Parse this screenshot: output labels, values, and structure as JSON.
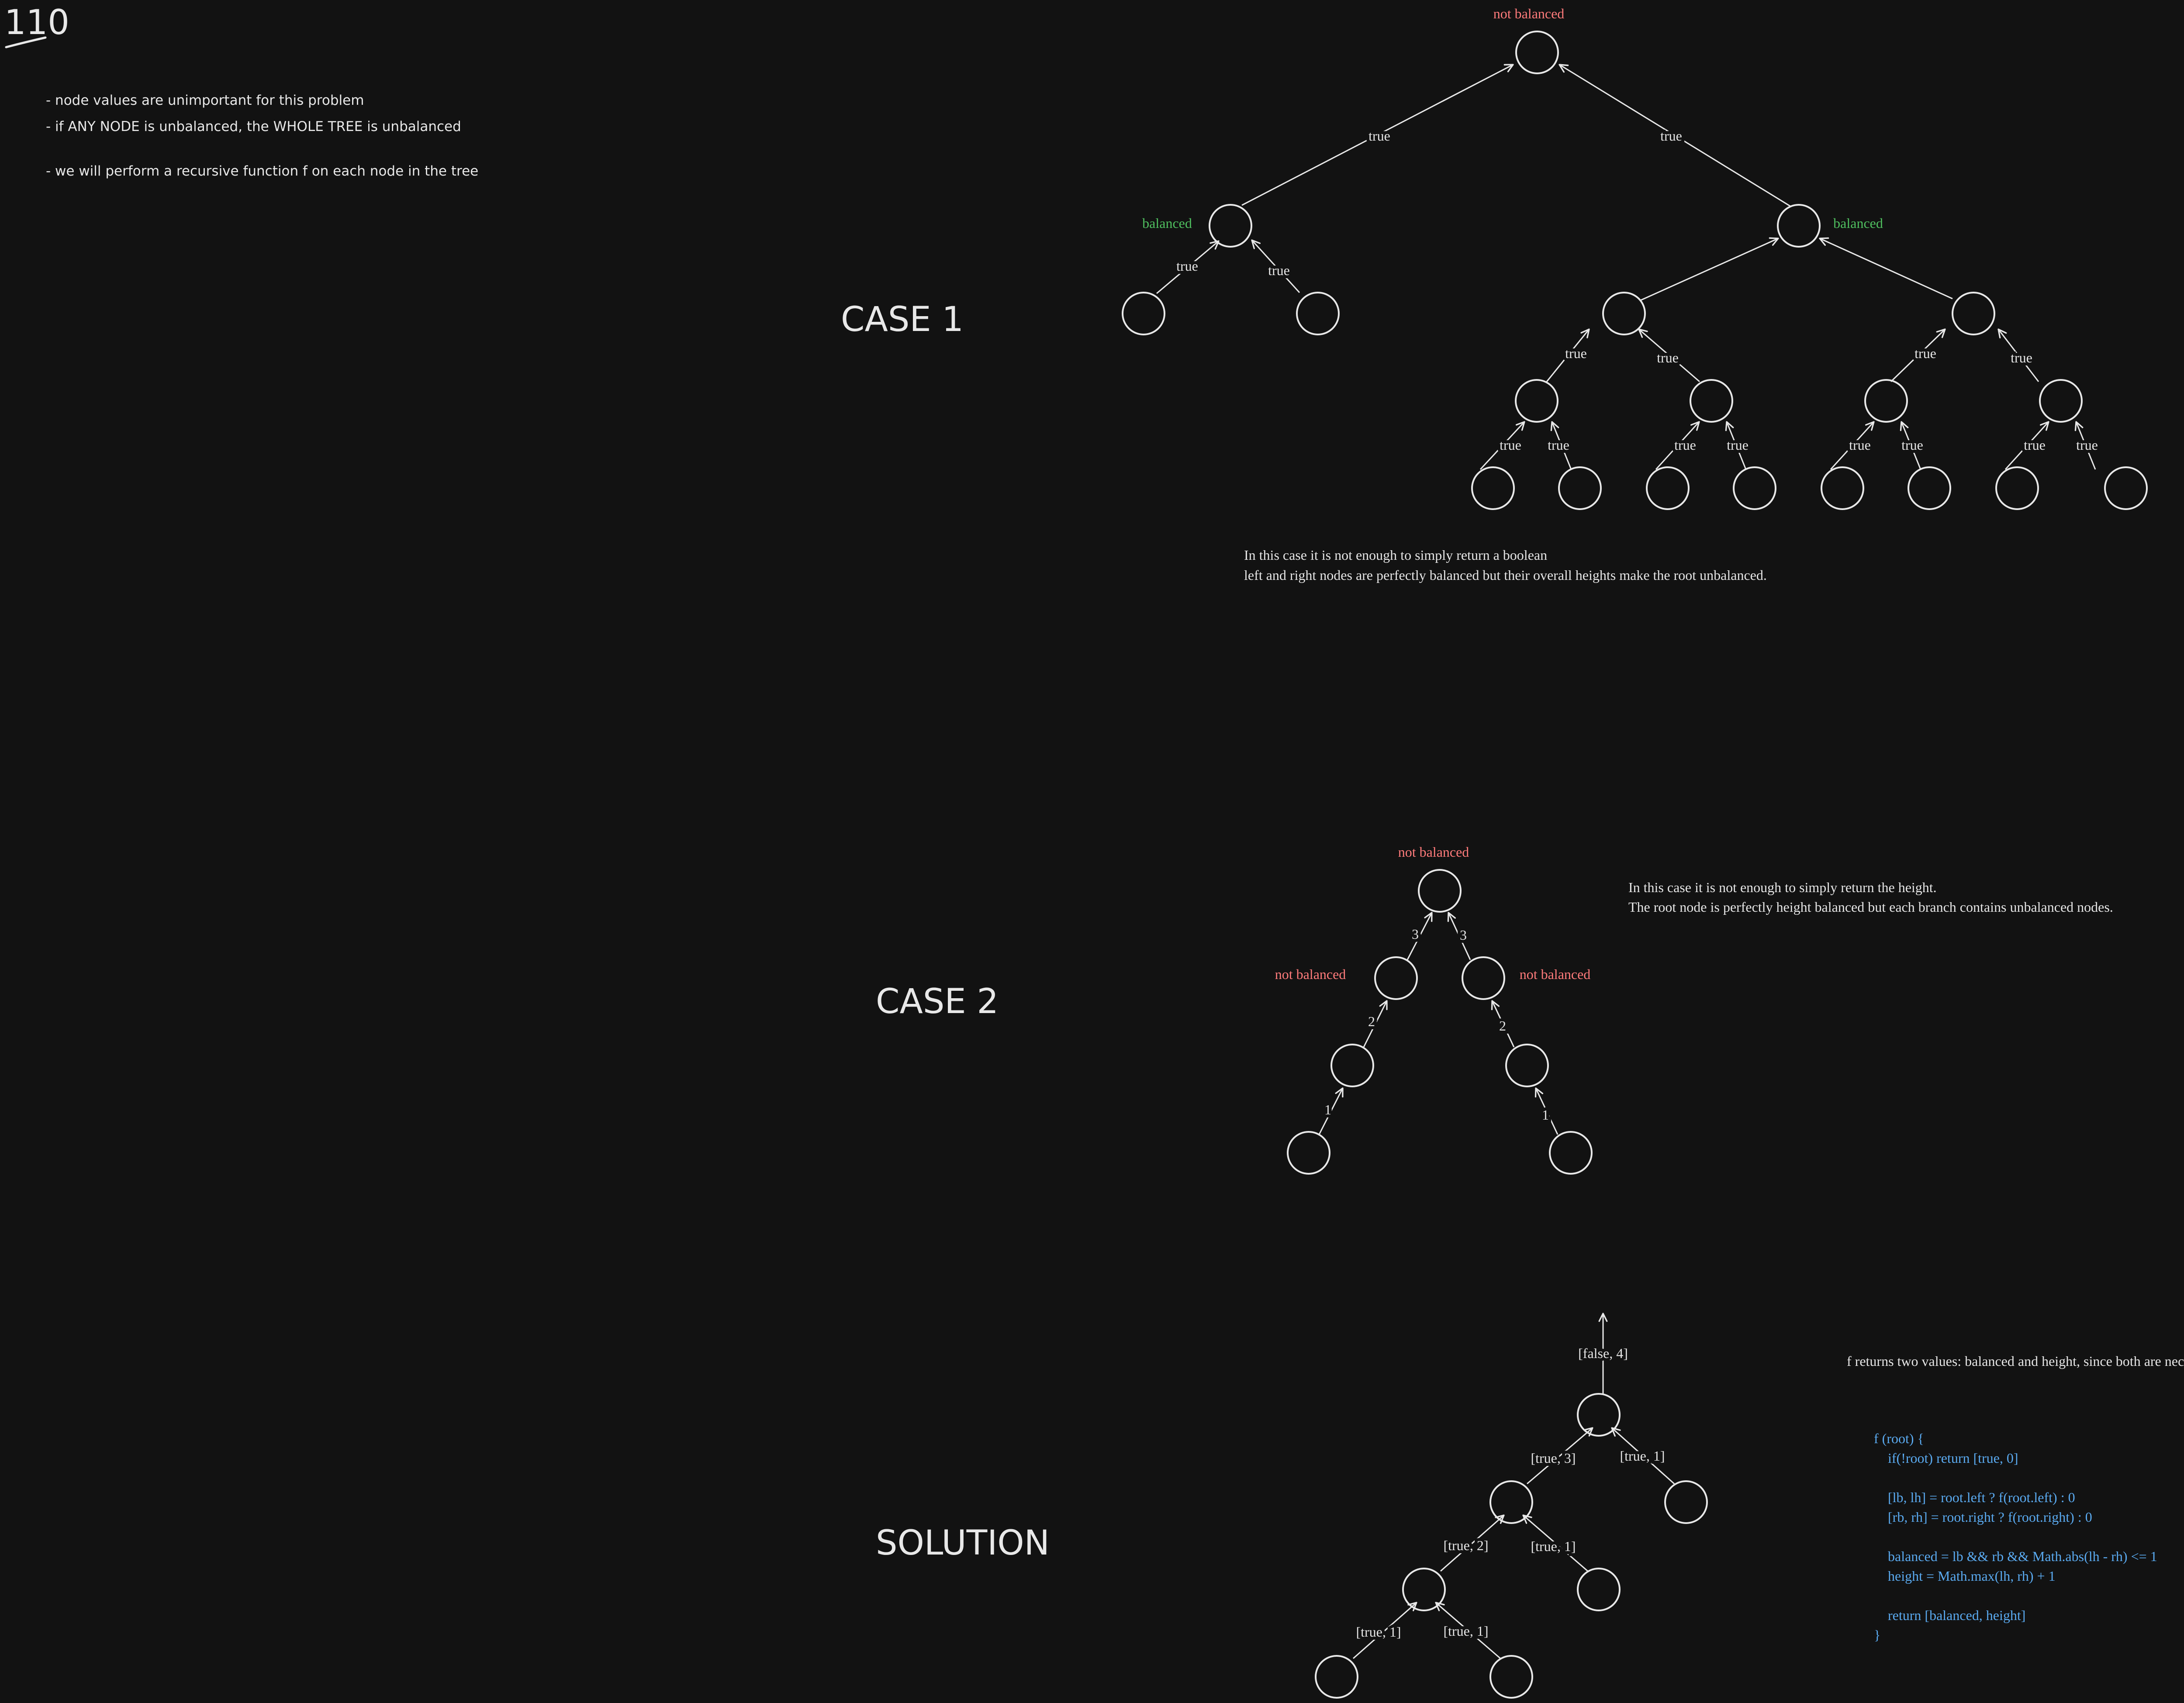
{
  "title": "110",
  "notes": [
    "- node values are unimportant for this problem",
    "- if ANY NODE is unbalanced, the WHOLE TREE is unbalanced",
    "- we will perform a recursive function f on each node in the tree"
  ],
  "colors": {
    "background": "#121212",
    "stroke": "#e8e8e8",
    "text": "#e6e6e6",
    "not_balanced": "#ff7b7b",
    "balanced": "#4fbf5f",
    "code": "#5aaaf0"
  },
  "case1": {
    "heading": "CASE 1",
    "root_status": "not balanced",
    "left_status": "balanced",
    "right_status": "balanced",
    "edge_label": "true",
    "caption": [
      "In this case it is not enough to simply return a boolean",
      "left and right nodes are perfectly balanced but their overall heights make the root unbalanced."
    ]
  },
  "case2": {
    "heading": "CASE 2",
    "root_status": "not balanced",
    "left_status": "not balanced",
    "right_status": "not balanced",
    "edge_labels": [
      "3",
      "3",
      "2",
      "2",
      "1",
      "1"
    ],
    "caption": [
      "In this case it is not enough to simply return the height.",
      "The root node is perfectly height balanced but each branch contains unbalanced nodes."
    ]
  },
  "solution": {
    "heading": "SOLUTION",
    "return_label": "[false, 4]",
    "edge_labels": [
      "[true, 3]",
      "[true, 1]",
      "[true, 2]",
      "[true, 1]",
      "[true, 1]",
      "[true, 1]"
    ],
    "description": "f returns two values: balanced and height, since both are necessary",
    "code": [
      "f (root) {",
      "    if(!root) return [true, 0]",
      "",
      "    [lb, lh] = root.left ? f(root.left) : 0",
      "    [rb, rh] = root.right ? f(root.right) : 0",
      "",
      "    balanced = lb && rb && Math.abs(lh - rh) <= 1",
      "    height = Math.max(lh, rh) + 1",
      "",
      "    return [balanced, height]",
      "}"
    ]
  }
}
